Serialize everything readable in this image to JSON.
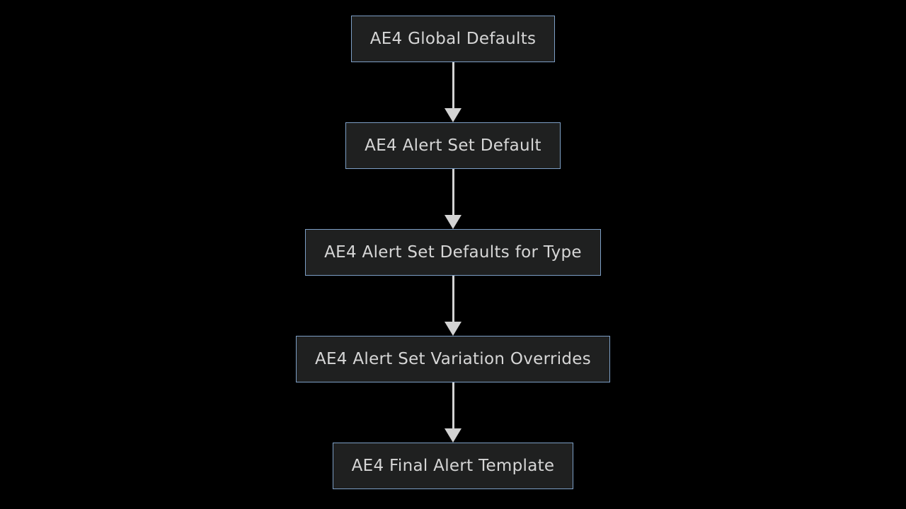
{
  "flowchart": {
    "type": "flowchart",
    "direction": "top-down",
    "nodes": [
      {
        "id": "n0",
        "label": "AE4 Global Defaults"
      },
      {
        "id": "n1",
        "label": "AE4 Alert Set Default"
      },
      {
        "id": "n2",
        "label": "AE4 Alert Set Defaults for Type"
      },
      {
        "id": "n3",
        "label": "AE4 Alert Set Variation Overrides"
      },
      {
        "id": "n4",
        "label": "AE4 Final Alert Template"
      }
    ],
    "edges": [
      {
        "from": "n0",
        "to": "n1",
        "style": "arrow-down"
      },
      {
        "from": "n1",
        "to": "n2",
        "style": "arrow-down"
      },
      {
        "from": "n2",
        "to": "n3",
        "style": "arrow-down"
      },
      {
        "from": "n3",
        "to": "n4",
        "style": "arrow-down"
      }
    ],
    "colors": {
      "background": "#000000",
      "node_fill": "#1f2020",
      "node_border": "#7d9fc6",
      "node_text": "#d6d6d6",
      "arrow": "#d3d3d3"
    }
  }
}
